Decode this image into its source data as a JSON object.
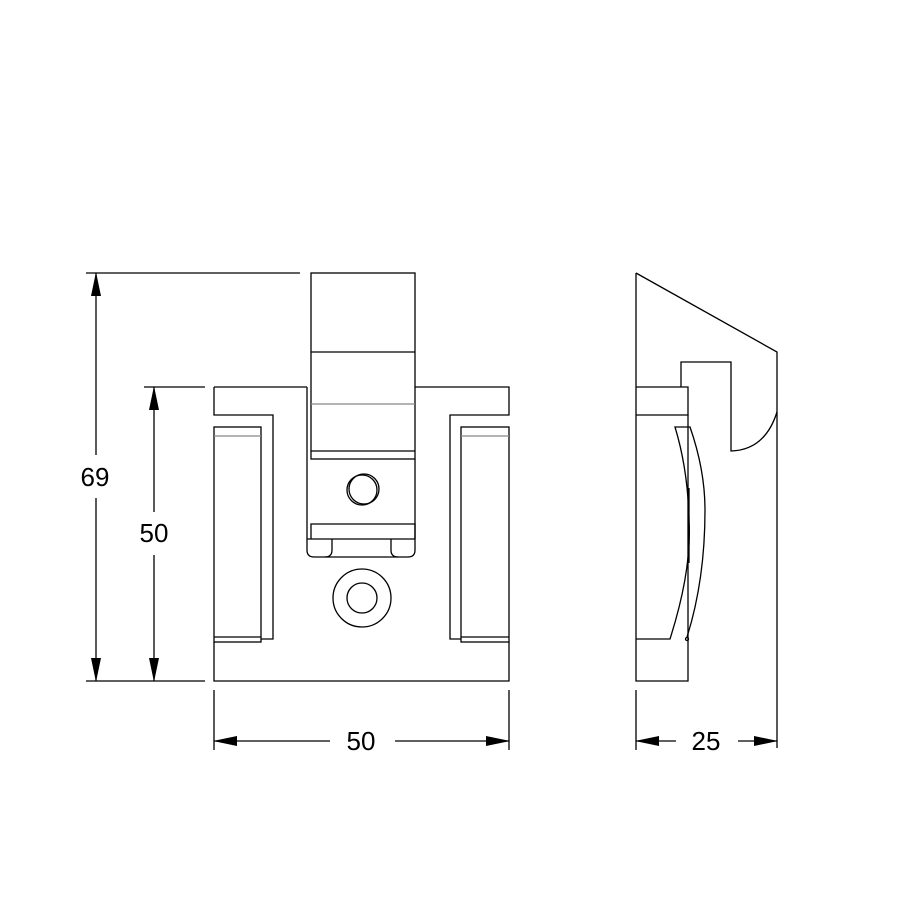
{
  "drawing": {
    "dimensions": {
      "overall_height": "69",
      "body_height": "50",
      "body_width": "50",
      "side_depth": "25"
    }
  }
}
